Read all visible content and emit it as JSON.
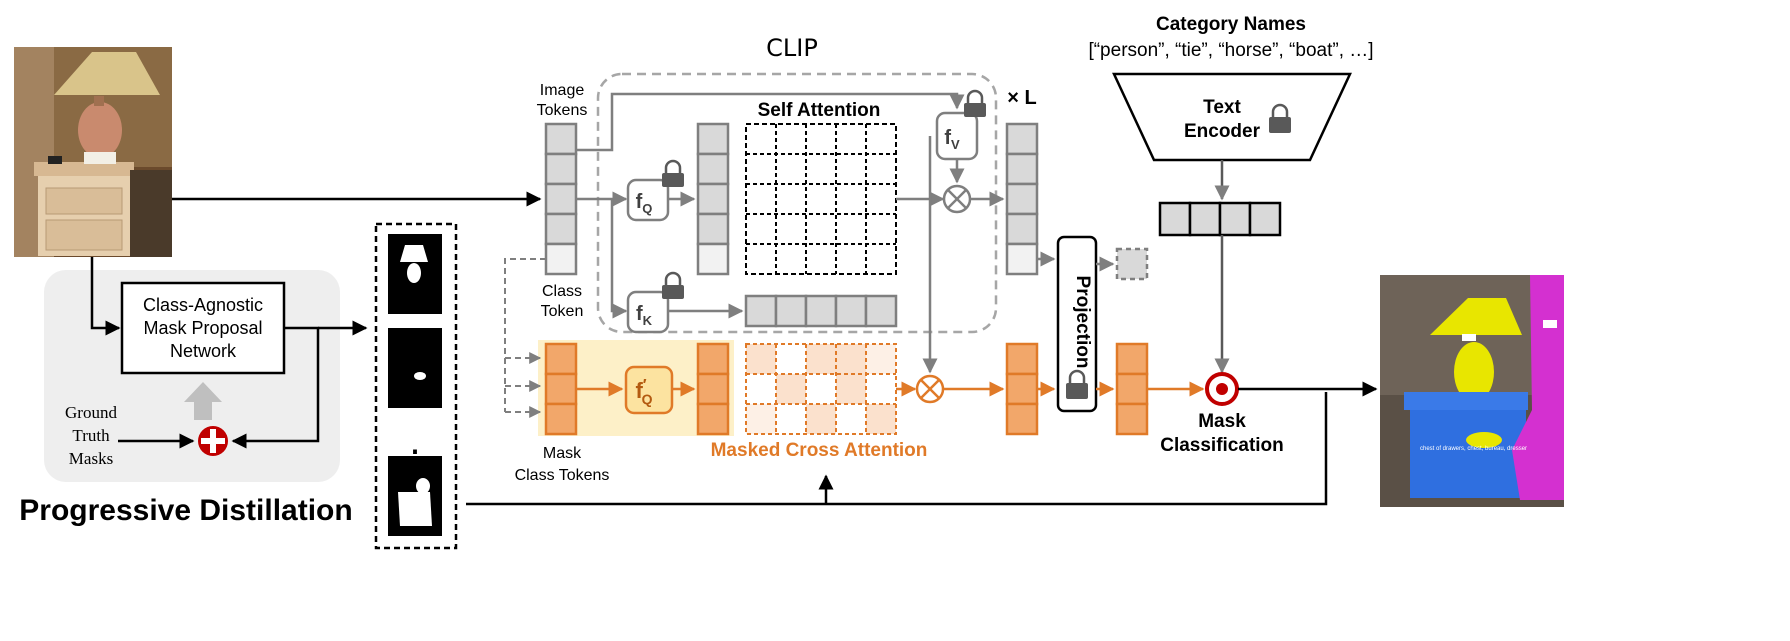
{
  "title_clip": "CLIP",
  "category_names": {
    "heading": "Category Names",
    "list": "[“person”, “tie”, “horse”, “boat”, …]"
  },
  "text_encoder": {
    "line1": "Text",
    "line2": "Encoder"
  },
  "times_l": "× L",
  "self_attention": "Self Attention",
  "image_tokens": {
    "line1": "Image",
    "line2": "Tokens"
  },
  "class_token": {
    "line1": "Class",
    "line2": "Token"
  },
  "mask_class_tokens": {
    "line1": "Mask",
    "line2": "Class Tokens"
  },
  "masked_cross_attention": "Masked Cross Attention",
  "projection": "Projection",
  "mask_classification": {
    "line1": "Mask",
    "line2": "Classification"
  },
  "proposal_network": {
    "line1": "Class-Agnostic",
    "line2": "Mask Proposal",
    "line3": "Network"
  },
  "ground_truth": {
    "line1": "Ground",
    "line2": "Truth",
    "line3": "Masks"
  },
  "progressive_distillation": "Progressive Distillation",
  "fq": "f",
  "fq_sub": "Q",
  "fk": "f",
  "fk_sub": "K",
  "fv": "f",
  "fv_sub": "V",
  "fq_prime": "f",
  "fq_prime_sup": "′",
  "fq_prime_sub": "Q",
  "segmentation_label": "chest of drawers, chest, bureau, dresser",
  "ellipsis": "⋮",
  "colors": {
    "orange": "#e07a28",
    "orange_fill": "#f2a76a",
    "orange_light": "#fbe1cd",
    "gray": "#7f7f7f",
    "gray_fill": "#d9d9d9",
    "red": "#c00000",
    "yellow_bg": "#fdf0c8"
  }
}
